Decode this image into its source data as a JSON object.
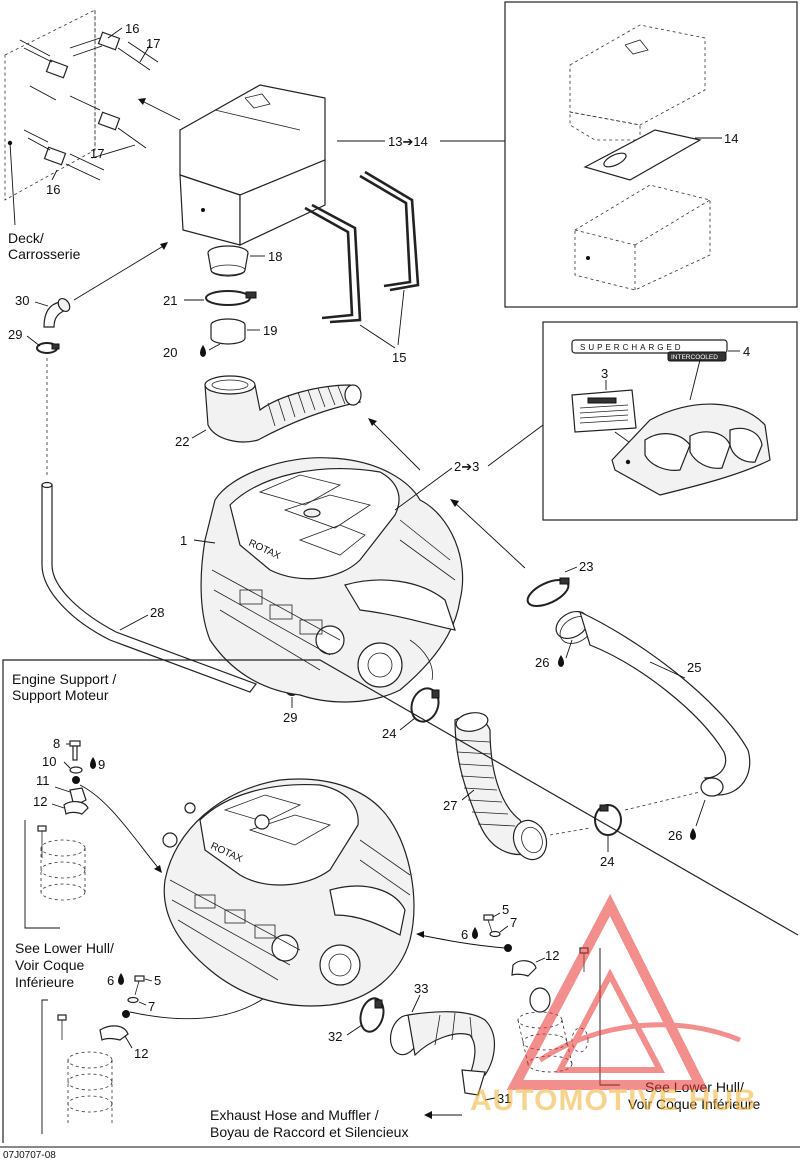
{
  "callouts": {
    "c1": "1",
    "c2to3": "2➔3",
    "c3": "3",
    "c4": "4",
    "c5a": "5",
    "c5b": "5",
    "c6a": "6",
    "c6b": "6",
    "c7a": "7",
    "c7b": "7",
    "c8": "8",
    "c9": "9",
    "c10": "10",
    "c11": "11",
    "c12a": "12",
    "c12b": "12",
    "c12c": "12",
    "c13to14": "13➔14",
    "c14": "14",
    "c15": "15",
    "c16a": "16",
    "c16b": "16",
    "c17a": "17",
    "c17b": "17",
    "c18": "18",
    "c19": "19",
    "c20": "20",
    "c21": "21",
    "c22": "22",
    "c23": "23",
    "c24a": "24",
    "c24b": "24",
    "c25": "25",
    "c26a": "26",
    "c26b": "26",
    "c27": "27",
    "c28": "28",
    "c29a": "29",
    "c29b": "29",
    "c30": "30",
    "c31": "31",
    "c32": "32",
    "c33": "33"
  },
  "labels": {
    "deck_line1": "Deck/",
    "deck_line2": "Carrosserie",
    "engine_support_line1": "Engine Support /",
    "engine_support_line2": "Support Moteur",
    "lower_hull_left_line1": "See Lower Hull/",
    "lower_hull_left_line2": "Voir Coque",
    "lower_hull_left_line3": "Inférieure",
    "lower_hull_right_line1": "See Lower Hull/",
    "lower_hull_right_line2": "Voir Coque Inférieure",
    "exhaust_line1": "Exhaust Hose and Muffler /",
    "exhaust_line2": "Boyau de Raccord et Silencieux",
    "decal_text": "SUPERCHARGED",
    "decal_subtext": "INTERCOOLED",
    "engine_brand": "ROTAX",
    "figure_code": "07J0707-08"
  },
  "watermark": {
    "text": "AUTOMOTIVE HUB",
    "color": "#e8322f",
    "accent": "#f2b233"
  }
}
